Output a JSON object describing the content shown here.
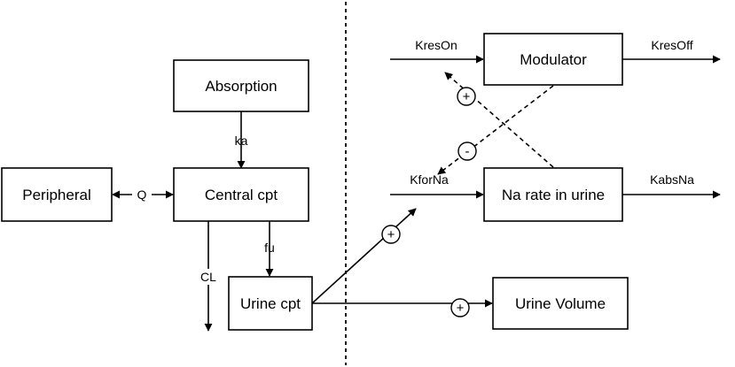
{
  "diagram": {
    "nodes": {
      "absorption": "Absorption",
      "central": "Central cpt",
      "peripheral": "Peripheral",
      "urine_cpt": "Urine cpt",
      "modulator": "Modulator",
      "na_rate": "Na rate in urine",
      "urine_volume": "Urine Volume"
    },
    "edges": {
      "ka": "ka",
      "q": "Q",
      "fu": "fu",
      "cl": "CL",
      "kres_on": "KresOn",
      "kres_off": "KresOff",
      "kfor_na": "KforNa",
      "kabs_na": "KabsNa"
    },
    "signs": {
      "urine_to_na": "+",
      "urine_to_volume": "+",
      "na_to_modulator": "+",
      "modulator_to_kforna": "-"
    }
  }
}
